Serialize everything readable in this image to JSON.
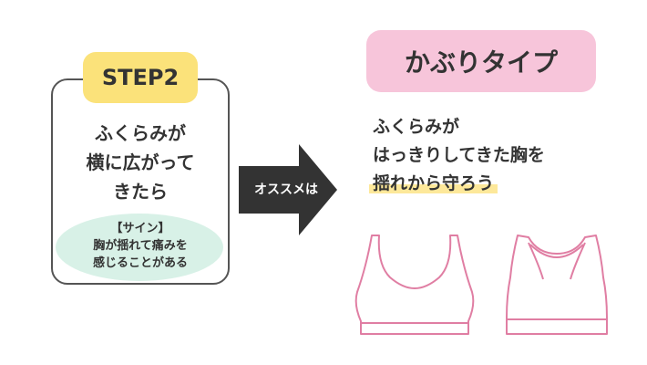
{
  "step": {
    "badge_label": "STEP2",
    "condition_lines": [
      "ふくらみが",
      "横に広がって",
      "きたら"
    ]
  },
  "sign": {
    "heading": "【サイン】",
    "lines": [
      "胸が揺れて痛みを",
      "感じることがある"
    ]
  },
  "arrow": {
    "label": "オススメは"
  },
  "recommendation": {
    "type_label": "かぶりタイプ",
    "description_lines": [
      "ふくらみが",
      "はっきりしてきた胸を"
    ],
    "highlighted_line": "揺れから守ろう"
  },
  "colors": {
    "step_badge": "#fbe27a",
    "type_badge": "#f7c5da",
    "sign_bubble": "#d8f1e7",
    "arrow": "#333333",
    "bra_outline": "#e07ea3",
    "highlight": "#fde89a"
  },
  "illustrations": [
    "sports-bra-scoop-back-illustration",
    "sports-bra-racerback-illustration"
  ]
}
